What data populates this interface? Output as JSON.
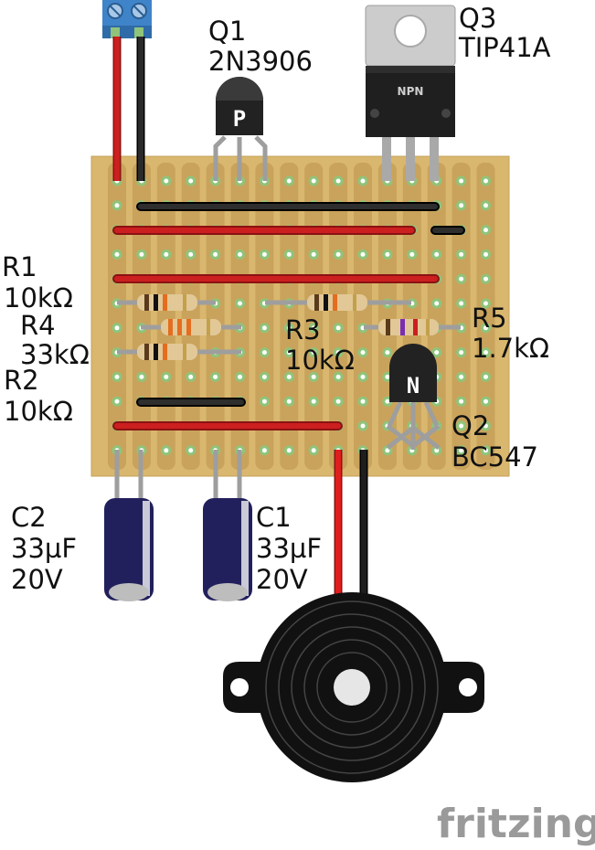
{
  "components": {
    "q1": {
      "ref": "Q1",
      "part": "2N3906",
      "mark": "P"
    },
    "q3": {
      "ref": "Q3",
      "part": "TIP41A",
      "type": "NPN"
    },
    "q2": {
      "ref": "Q2",
      "part": "BC547",
      "mark": "N"
    },
    "r1": {
      "ref": "R1",
      "value": "10kΩ"
    },
    "r4": {
      "ref": "R4",
      "value": "33kΩ"
    },
    "r2": {
      "ref": "R2",
      "value": "10kΩ"
    },
    "r3": {
      "ref": "R3",
      "value": "10kΩ"
    },
    "r5": {
      "ref": "R5",
      "value": "1.7kΩ"
    },
    "c2": {
      "ref": "C2",
      "value": "33µF",
      "voltage": "20V"
    },
    "c1": {
      "ref": "C1",
      "value": "33µF",
      "voltage": "20V"
    }
  },
  "branding": {
    "name": "fritzing"
  },
  "colors": {
    "board": "#d9b76e",
    "copper_strip": "#c9a35c",
    "hole_pad": "#8fc47a",
    "wire_red": "#cc1f1f",
    "wire_black": "#1e1e1e",
    "capacitor": "#22205c",
    "transistor_body": "#222222",
    "terminal": "#3f84c8",
    "resistor_body": "#e2c896"
  }
}
